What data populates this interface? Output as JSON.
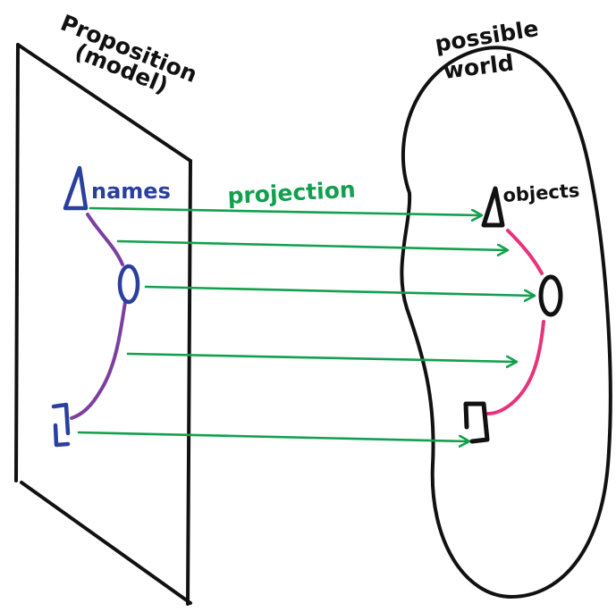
{
  "labels": {
    "proposition_line1": "Proposition",
    "proposition_line2": "(model)",
    "world_line1": "possible",
    "world_line2": "world",
    "names": "names",
    "objects": "objects",
    "projection": "projection"
  },
  "colors": {
    "ink": "#111111",
    "names": "#2a3f9e",
    "projection": "#12a04e",
    "model_links": "#7b3fa0",
    "world_links": "#e8327a"
  },
  "symbols": {
    "triangle": "triangle-icon",
    "circle": "circle-icon",
    "bracket": "bracket-icon"
  }
}
